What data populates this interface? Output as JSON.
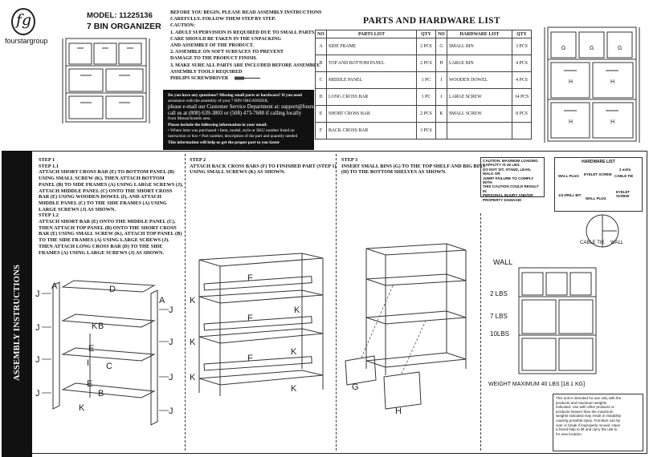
{
  "header": {
    "brand": "fourstargroup",
    "model": "MODEL: 11225136",
    "product": "7 BIN ORGANIZER"
  },
  "instructions": [
    "BEFORE YOU BEGIN, PLEASE READ ASSEMBLY INSTRUCTIONS",
    "CAREFULLY. FOLLOW THEM STEP BY STEP.",
    "CAUTION:",
    "1. ADULT SUPERVISION IS REQUIRED DUE TO SMALL PARTS.",
    "    CARE SHOULD BE TAKEN IN THE UNPACKING",
    "    AND ASSEMBLY OF THE PRODUCT.",
    "2. ASSEMBLE ON SOFT SURFACES TO PREVENT",
    "    DAMAGE TO THE PRODUCT FINISH.",
    "3. MAKE SURE ALL PARTS ARE INCLUDED BEFORE ASSEMBLY.",
    "ASSEMBLY TOOLS REQUIRED",
    "PHILIPS SCREWDRIVER"
  ],
  "support": {
    "lines": [
      "Do you have any questions? Missing small parts or hardware? If you need",
      "assistance with the assembly of your 7 BIN ORGANIZER,",
      "please e-mail our Customer Service Department at: support@fourstari.com or",
      "call us at (800) 639-3803  or (508) 473-7688 if calling locally",
      "from Massachusetts area.",
      "Please include the following information in your email:",
      "• Where item was purchased • Item, model, style or SKU number listed on",
      "instruction or box • Part number, description of the part and quantity needed",
      "This information will help us get the proper part to you faster"
    ]
  },
  "parts_list": {
    "title": "PARTS AND HARDWARE LIST",
    "headers": [
      "NO",
      "PARTS LIST",
      "QTY",
      "NO",
      "HARDWARE LIST",
      "QTY"
    ],
    "rows": [
      {
        "no": "A",
        "part": "SIDE FRAME",
        "qty": "2 PCS",
        "hw_no": "G",
        "hw": "SMALL BIN",
        "hw_qty": "3 PCS"
      },
      {
        "no": "B",
        "part": "TOP AND BOTTOM PANEL",
        "qty": "2 PCS",
        "hw_no": "H",
        "hw": "LARGE BIN",
        "hw_qty": "4 PCS"
      },
      {
        "no": "C",
        "part": "MIDDLE PANEL",
        "qty": "1 PC",
        "hw_no": "I",
        "hw": "WOODEN DOWEL",
        "hw_qty": "4 PCS"
      },
      {
        "no": "D",
        "part": "LONG CROSS BAR",
        "qty": "1 PC",
        "hw_no": "J",
        "hw": "LARGE SCREW",
        "hw_qty": "14 PCS"
      },
      {
        "no": "E",
        "part": "SHORT CROSS BAR",
        "qty": "2 PCS",
        "hw_no": "K",
        "hw": "SMALL SCREW",
        "hw_qty": "8 PCS"
      },
      {
        "no": "F",
        "part": "BACK CROSS BAR",
        "qty": "3 PCS",
        "hw_no": "",
        "hw": "",
        "hw_qty": ""
      }
    ]
  },
  "side_label": "ASSEMBLY INSTRUCTIONS",
  "step1": [
    "STEP 1",
    "STEP 1.1",
    "ATTACH SHORT CROSS BAR (E) TO BOTTOM PANEL (B)",
    "USING SMALL SCREW (K), THEN ATTACH BOTTOM",
    "PANEL (B) TO SIDE FRAMES (A) USING LARGE SCREWS (J),",
    "ATTACH MIDDLE PANEL (C) ONTO THE SHORT CROSS",
    "BAR (E) USING WOODEN DOWEL (I), AND ATTACH",
    "MIDDLE PANEL (C) TO THE SIDE FRAMES (A) USING",
    "LARGE SCREWS (J) AS SHOWN.",
    "STEP 1.2",
    "ATTACH SHORT BAR (E) ONTO THE MIDDLE PANEL (C),",
    "THEN ATTACH TOP PANEL (B) ONTO THE SHORT CROSS",
    "BAR (E) USING SMALL SCREW (K), ATTACH TOP PANEL (B)",
    "TO THE SIDE FRAMES (A) USING LARGE SCREWS (J).",
    "THEN ATTACH LONG CROSS BAR (D) TO THE SIDE",
    "FRAMES (A) USING LARGE SCREWS (J) AS SHOWN."
  ],
  "step2": [
    "STEP 2",
    "ATTACH BACK CROSS BARS (F) TO FINISHED PART (STEP 1)",
    "USING SMALL SCREWS (K) AS SHOWN."
  ],
  "step3": [
    "STEP 3",
    "INSERT SMALL BINS (G) TO THE TOP SHELF AND BIG BINS",
    "(H) TO THE BOTTOM SHELVES AS SHOWN."
  ],
  "caution_box": [
    "CAUTION: MAXIMUM LOADING CAPACITY IS 40 LBS.",
    "DO NOT SIT, STAND, LEAN, WALK OR",
    "JUMP! FAILURE TO COMPLY WITH",
    "THIS CAUTION COULD RESULT IN",
    "PERSONAL INJURY AND/OR",
    "PROPERTY DAMAGE!"
  ],
  "hardware_kit": {
    "title": "HARDWARE LIST",
    "items": [
      "2 units",
      "WALL PLUG",
      "EYELET SCREW",
      "CABLE TIE",
      "1/4 DRILL BIT",
      "WALL PLUG",
      "EYELET SCREW"
    ]
  },
  "anchor": {
    "cable_tie": "CABLE TIE",
    "wall": "WALL"
  },
  "wall_diagram": {
    "wall": "WALL",
    "weights": [
      "2 LBS",
      "7 LBS",
      "10LBS"
    ],
    "max": "WEIGHT MAXIMUM 40 LBS [18.1 KG]"
  },
  "note": [
    "This unit is intended for use only with the",
    "products and maximum weights",
    "indicated. Use with other products or",
    "products heavier than the maximum",
    "weights indicated may result in instability",
    "causing possible injury.  Furniture can tip",
    "over or break if improperly moved.  Have",
    "a friend help to lift and carry the unit to",
    "it's new location."
  ],
  "diagram_labels": {
    "a": "A",
    "b": "B",
    "c": "C",
    "d": "D",
    "e": "E",
    "f": "F",
    "g": "G",
    "h": "H",
    "i": "I",
    "j": "J",
    "k": "K"
  }
}
